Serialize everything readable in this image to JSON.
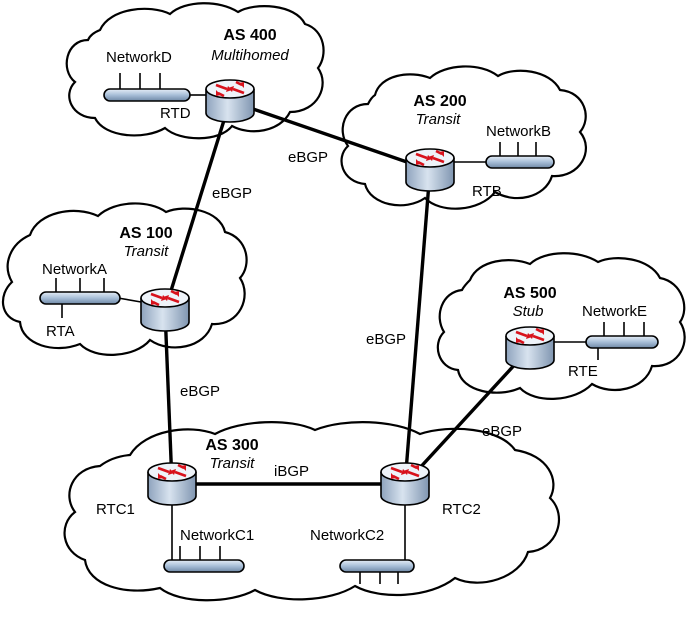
{
  "autonomous_systems": [
    {
      "id": "as400",
      "title": "AS 400",
      "role": "Multihomed"
    },
    {
      "id": "as200",
      "title": "AS 200",
      "role": "Transit"
    },
    {
      "id": "as100",
      "title": "AS 100",
      "role": "Transit"
    },
    {
      "id": "as500",
      "title": "AS 500",
      "role": "Stub"
    },
    {
      "id": "as300",
      "title": "AS 300",
      "role": "Transit"
    }
  ],
  "routers": [
    {
      "id": "rtd",
      "label": "RTD"
    },
    {
      "id": "rtb",
      "label": "RTB"
    },
    {
      "id": "rta",
      "label": "RTA"
    },
    {
      "id": "rte",
      "label": "RTE"
    },
    {
      "id": "rtc1",
      "label": "RTC1"
    },
    {
      "id": "rtc2",
      "label": "RTC2"
    }
  ],
  "networks": [
    {
      "id": "netd",
      "label": "NetworkD"
    },
    {
      "id": "netb",
      "label": "NetworkB"
    },
    {
      "id": "neta",
      "label": "NetworkA"
    },
    {
      "id": "nete",
      "label": "NetworkE"
    },
    {
      "id": "netc1",
      "label": "NetworkC1"
    },
    {
      "id": "netc2",
      "label": "NetworkC2"
    }
  ],
  "links": [
    {
      "id": "rtd-rtb",
      "from": "RTD",
      "to": "RTB",
      "label": "eBGP"
    },
    {
      "id": "rtd-rta",
      "from": "RTD",
      "to": "RTA",
      "label": "eBGP"
    },
    {
      "id": "rta-rtc1",
      "from": "RTA",
      "to": "RTC1",
      "label": "eBGP"
    },
    {
      "id": "rtb-rtc2",
      "from": "RTB",
      "to": "RTC2",
      "label": "eBGP"
    },
    {
      "id": "rte-rtc2",
      "from": "RTE",
      "to": "RTC2",
      "label": "eBGP"
    },
    {
      "id": "rtc1-rtc2",
      "from": "RTC1",
      "to": "RTC2",
      "label": "iBGP"
    }
  ],
  "colors": {
    "router_body": "#b9c9dc",
    "router_top": "#e4ecf5",
    "arrow": "#e0141e",
    "network_bus": "#aac0d8"
  }
}
